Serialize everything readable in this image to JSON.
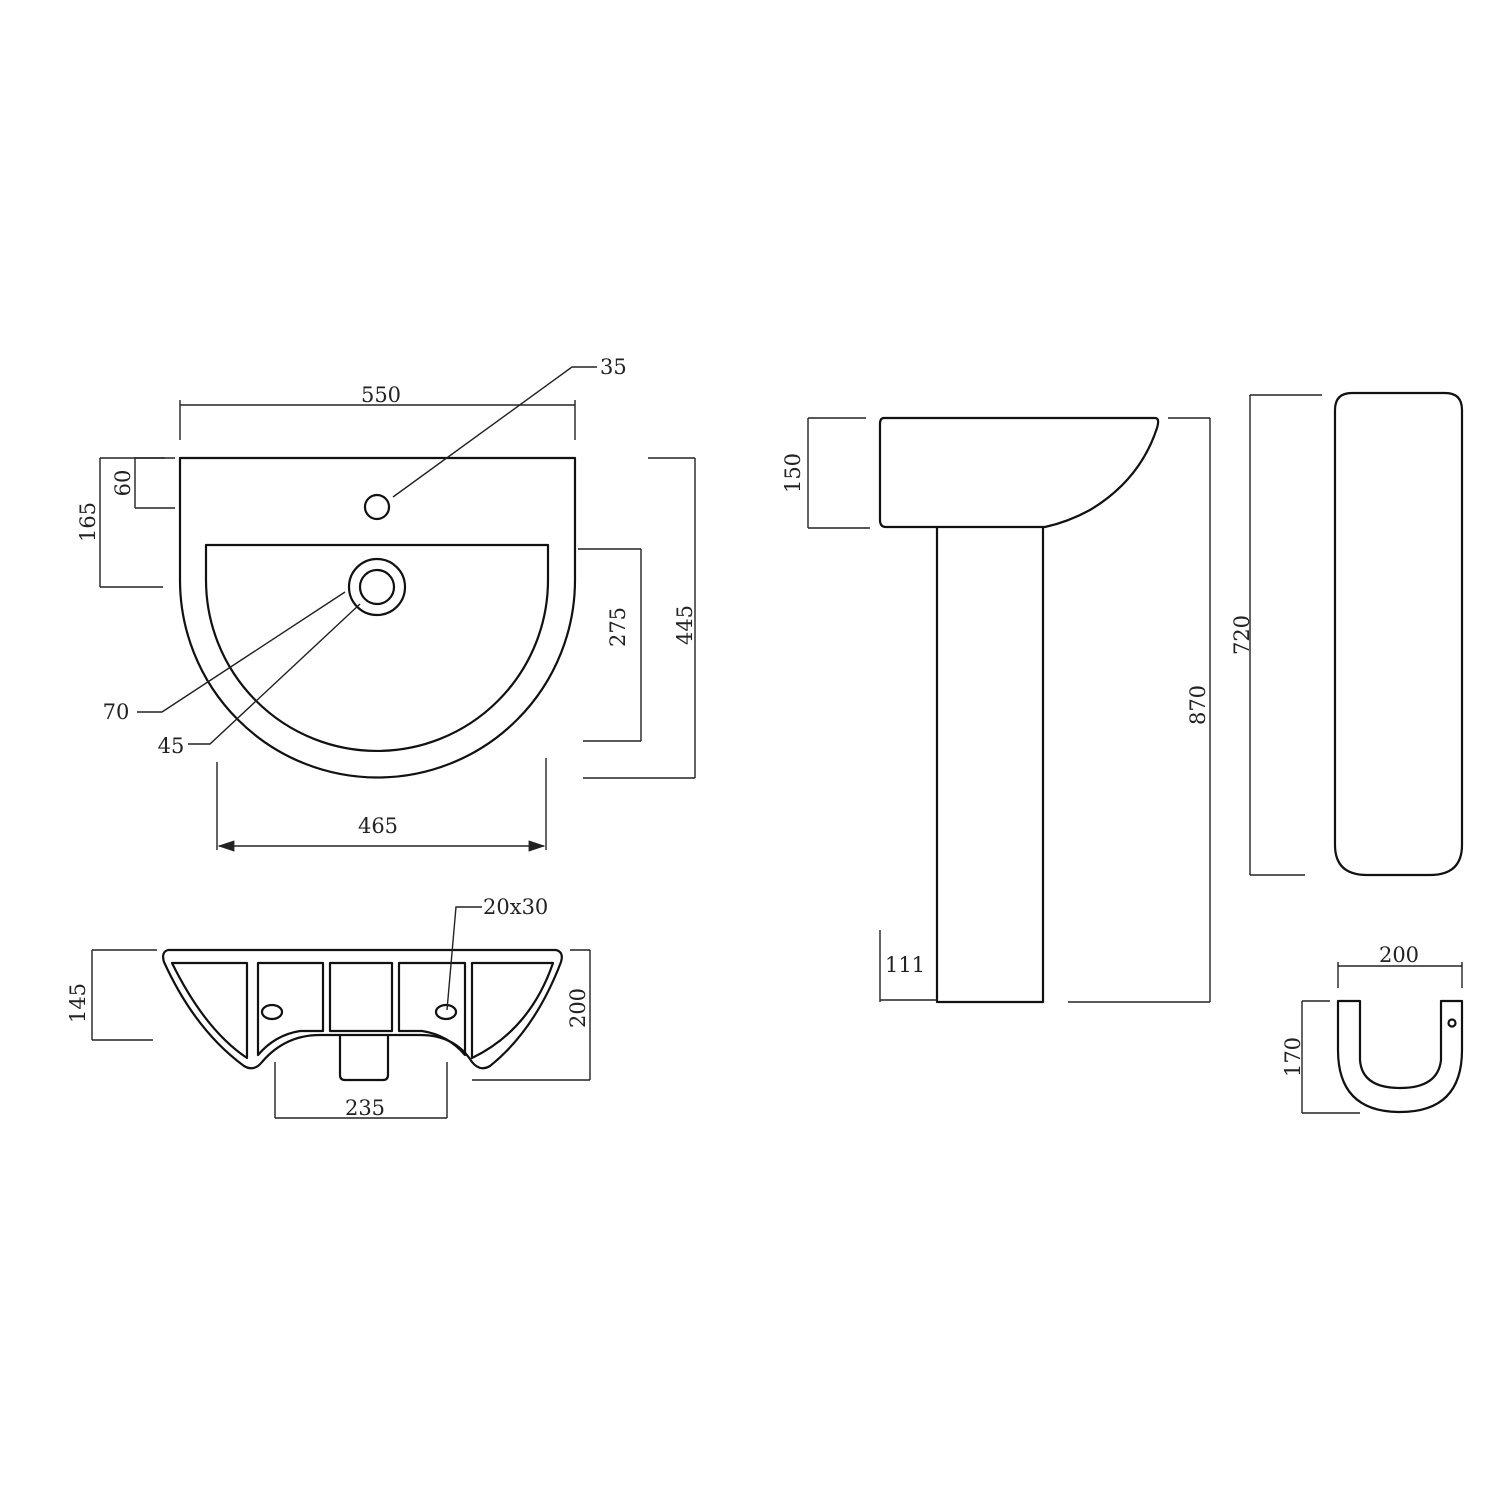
{
  "title": "Basin and pedestal technical drawing",
  "top_view": {
    "width": "550",
    "depth": "445",
    "tap_hole_offset": "60",
    "bowl_offset": "165",
    "bowl_depth": "275",
    "tap_hole_dia": "35",
    "waste_outer_dia": "70",
    "waste_inner_dia": "45",
    "bowl_width": "465"
  },
  "front_view": {
    "height_front": "145",
    "height_total": "200",
    "trap_width": "235",
    "fixing_slot": "20x30"
  },
  "side_view": {
    "basin_height": "150",
    "total_height": "870",
    "pedestal_offset": "111"
  },
  "pedestal_front": {
    "height": "720"
  },
  "shroud": {
    "width": "200",
    "depth": "170"
  },
  "colors": {
    "line": "#111111",
    "background": "#ffffff"
  }
}
